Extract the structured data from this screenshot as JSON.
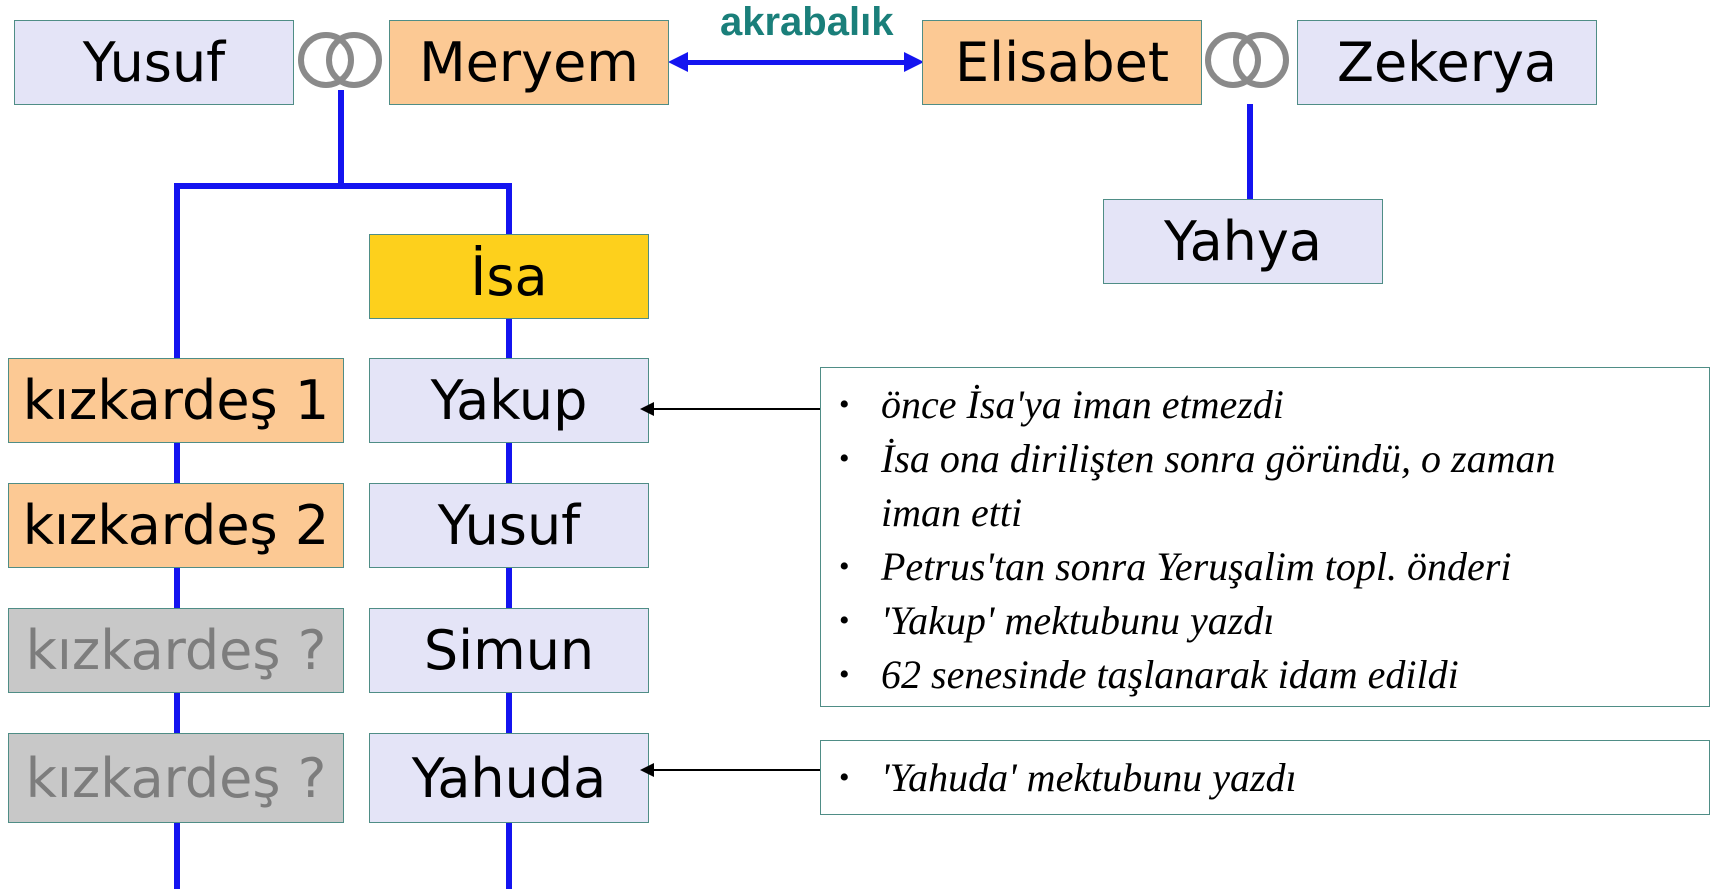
{
  "top_label": "akrabalık",
  "parents": {
    "yusuf": "Yusuf",
    "meryem": "Meryem",
    "elisabet": "Elisabet",
    "zekerya": "Zekerya"
  },
  "children": {
    "yahya": "Yahya",
    "isa": "İsa",
    "yakup": "Yakup",
    "yusuf2": "Yusuf",
    "simun": "Simun",
    "yahuda": "Yahuda",
    "sis1": "kızkardeş 1",
    "sis2": "kızkardeş 2",
    "sis3": "kızkardeş ?",
    "sis4": "kızkardeş ?"
  },
  "notes": {
    "yakup": [
      "önce İsa'ya iman etmezdi",
      "İsa ona dirilişten sonra göründü, o zaman",
      "iman etti",
      "Petrus'tan sonra Yeruşalim topl. önderi",
      "'Yakup' mektubunu yazdı",
      "62 senesinde taşlanarak idam edildi"
    ],
    "yahuda": [
      "'Yahuda' mektubunu yazdı"
    ]
  },
  "colors": {
    "lavender": "#e4e4f7",
    "peach": "#fcc994",
    "gold": "#fdd01c",
    "grey": "#c8c8c8",
    "connector": "#1414f0",
    "teal_label": "#1a7f7a"
  }
}
